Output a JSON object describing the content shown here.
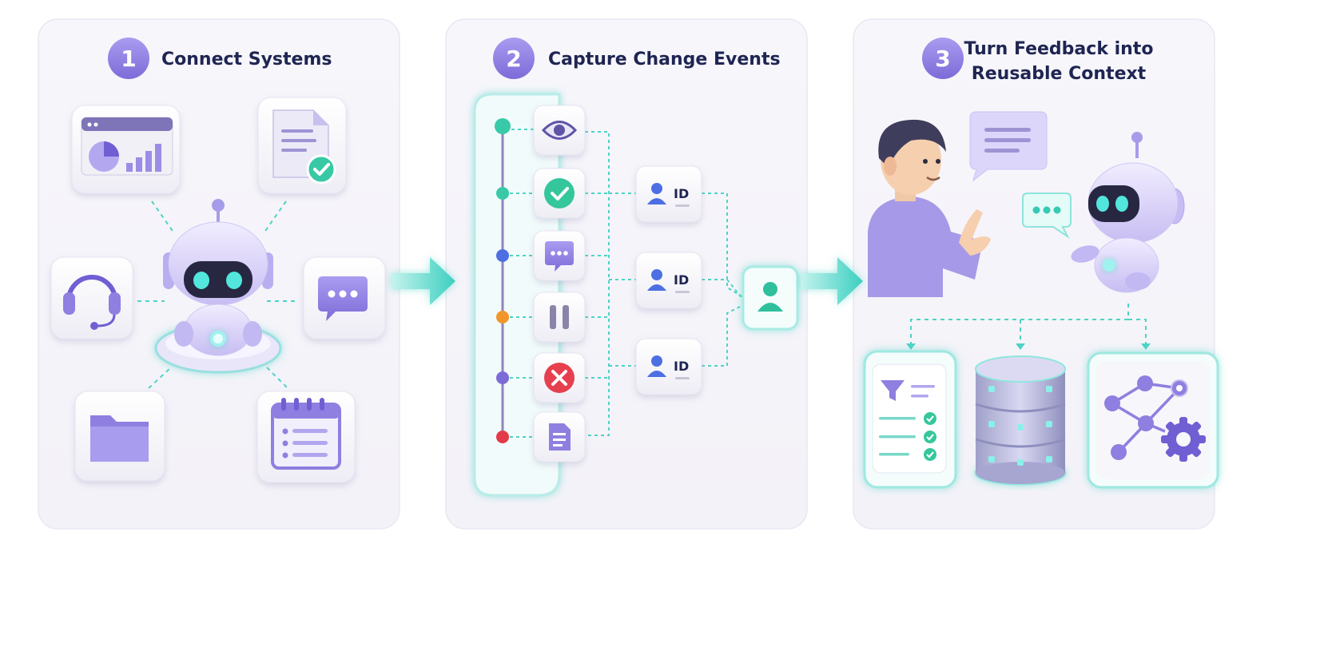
{
  "steps": [
    {
      "number": "1",
      "title": "Connect Systems"
    },
    {
      "number": "2",
      "title": "Capture Change Events"
    },
    {
      "number": "3",
      "title_line1": "Turn Feedback into",
      "title_line2": "Reusable Context"
    }
  ],
  "id_cards": [
    {
      "label": "ID"
    },
    {
      "label": "ID"
    },
    {
      "label": "ID"
    }
  ],
  "colors": {
    "accent_purple": "#8e7fe0",
    "accent_teal": "#4ed3c5",
    "title_navy": "#1f2552"
  }
}
